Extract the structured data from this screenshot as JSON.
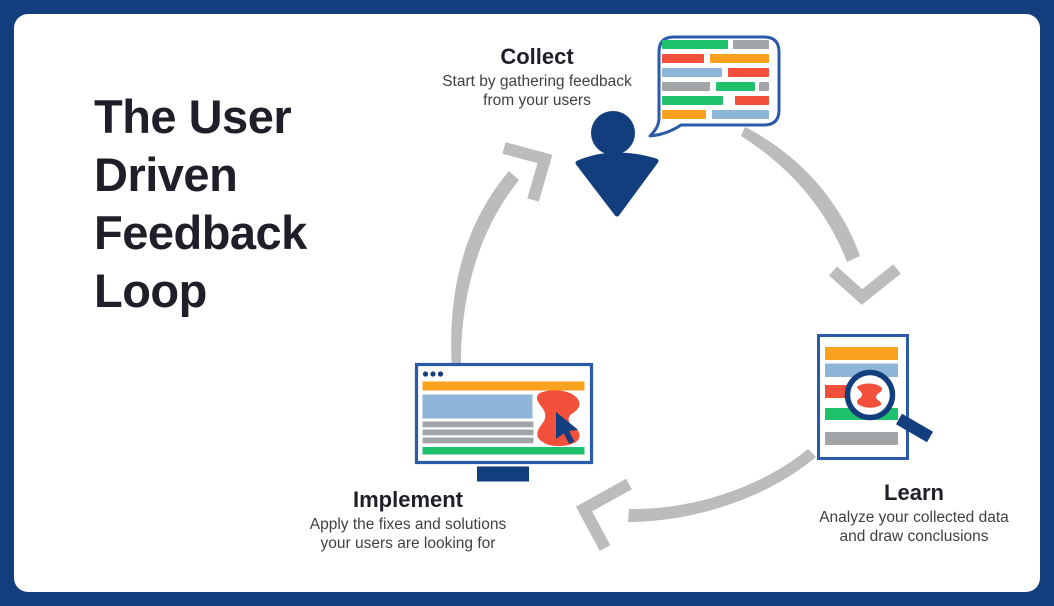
{
  "title": "The User Driven Feedback Loop",
  "steps": {
    "collect": {
      "label": "Collect",
      "description": "Start by gathering feedback\nfrom your users"
    },
    "learn": {
      "label": "Learn",
      "description": "Analyze your collected data\nand draw conclusions"
    },
    "implement": {
      "label": "Implement",
      "description": "Apply the fixes and solutions\nyour users are looking for"
    }
  },
  "icons": {
    "collect_bubble": "speech-bubble-feedback-icon",
    "collect_user": "person-icon",
    "learn_doc": "document-magnifier-icon",
    "implement_screen": "browser-monitor-icon",
    "loop": "curved-loop-arrow-icon"
  },
  "palette": {
    "frame_navy": "#123e7e",
    "panel_white": "#ffffff",
    "outline_blue": "#2b5aa9",
    "icon_navy": "#123e7e",
    "green": "#1fc16d",
    "red": "#f2503a",
    "orange": "#f9a21d",
    "light_blue": "#8db5d8",
    "bar_gray": "#a1a5a8",
    "arrow_gray": "#bcbcbc",
    "heading_text": "#1f1f29",
    "body_text": "#3f3f45"
  }
}
